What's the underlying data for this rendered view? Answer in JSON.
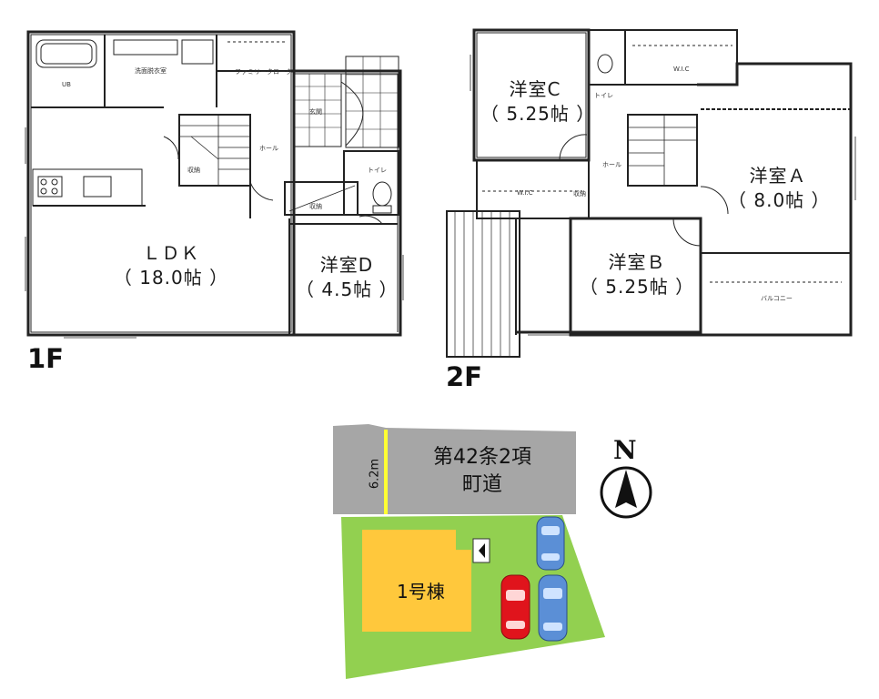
{
  "floor_1": {
    "label": "1F",
    "rooms": {
      "ldk_name": "ＬＤＫ",
      "ldk_size": "（ 18.0帖 ）",
      "western_d_name": "洋室D",
      "western_d_size": "（ 4.5帖 ）"
    },
    "small_labels": {
      "family_closet": "ファミリークローク",
      "hall": "ホール",
      "entrance": "玄関",
      "toilet": "トイレ",
      "storage": "収納",
      "wash": "洗面脱衣室",
      "bath": "UB",
      "under_stairs": "収納"
    }
  },
  "floor_2": {
    "label": "2F",
    "rooms": {
      "western_c_name": "洋室C",
      "western_c_size": "（ 5.25帖 ）",
      "western_a_name": "洋室Ａ",
      "western_a_size": "（ 8.0帖 ）",
      "western_b_name": "洋室Ｂ",
      "western_b_size": "（ 5.25帖 ）"
    },
    "small_labels": {
      "balcony": "バルコニー",
      "hall": "ホール",
      "wic_1": "W.I.C",
      "wic_2": "W.I.C",
      "toilet": "トイレ",
      "storage": "収納"
    }
  },
  "site_plan": {
    "road_line1": "第42条2項",
    "road_line2": "町道",
    "road_width": "6.2m",
    "building_label": "1号棟",
    "compass": "N",
    "colors": {
      "road": "#a6a6a6",
      "lot": "#92d050",
      "building": "#ffc83c",
      "road_line": "#ffff33",
      "car_red": "#e0141c",
      "car_blue": "#5b8fd6"
    }
  }
}
